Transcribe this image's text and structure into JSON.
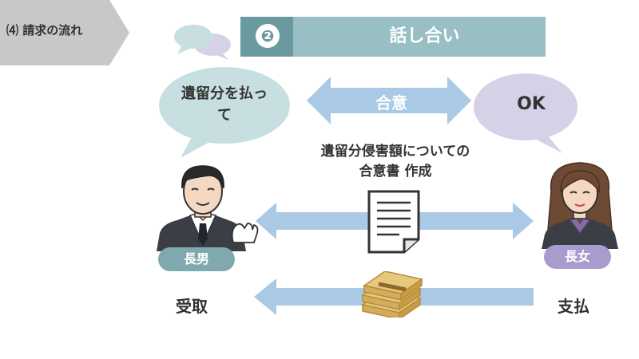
{
  "section": {
    "label": "⑷ 請求の流れ"
  },
  "header": {
    "step_number": "❷",
    "title": "話し合い"
  },
  "bubbles": {
    "left_text_line1": "遺留分を払っ",
    "left_text_line2": "て",
    "right_text": "OK"
  },
  "agreement": {
    "label": "合意"
  },
  "document": {
    "line1": "遺留分侵害額についての",
    "line2": "合意書 作成"
  },
  "people": {
    "left": {
      "name": "長男",
      "role": "受取"
    },
    "right": {
      "name": "長女",
      "role": "支払"
    }
  },
  "colors": {
    "teal": "#99bfc4",
    "teal_dark": "#6a9a9f",
    "arrow_blue": "#a9c9e5",
    "arrow_blue_dark": "#8fb6dc",
    "bubble_left": "#c8dfe1",
    "bubble_right": "#d7d1e8",
    "badge_left": "#7fa9ae",
    "badge_right": "#a79ccd"
  }
}
